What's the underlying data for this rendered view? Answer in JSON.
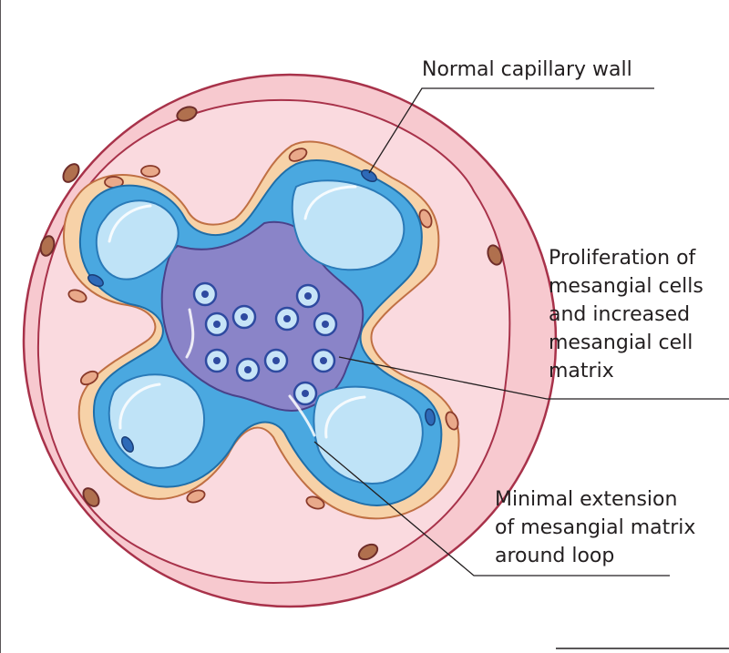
{
  "labels": {
    "normal_capillary_wall": "Normal capillary wall",
    "proliferation": [
      "Proliferation of",
      "mesangial cells",
      "and increased",
      "mesangial cell",
      "matrix"
    ],
    "minimal_extension": [
      "Minimal extension",
      "of mesangial matrix",
      "around loop"
    ]
  },
  "colors": {
    "bowman_capsule_fill": "#f7c9cf",
    "capsule_outline": "#a8324a",
    "podocyte_fill": "#f7d2a8",
    "basement_membrane": "#4aa8e0",
    "capillary_lumen": "#bfe3f7",
    "mesangium": "#8a84c8",
    "mesangial_cell_nucleus": "#c7e4f7",
    "nucleus_ring": "#2e4aa0",
    "leader_line": "#231f20"
  },
  "icons": {
    "capsule_nucleus": "parietal-cell-nucleus-icon",
    "mesangial_cell": "mesangial-cell-icon",
    "endothelial_nucleus": "endothelial-nucleus-icon"
  }
}
